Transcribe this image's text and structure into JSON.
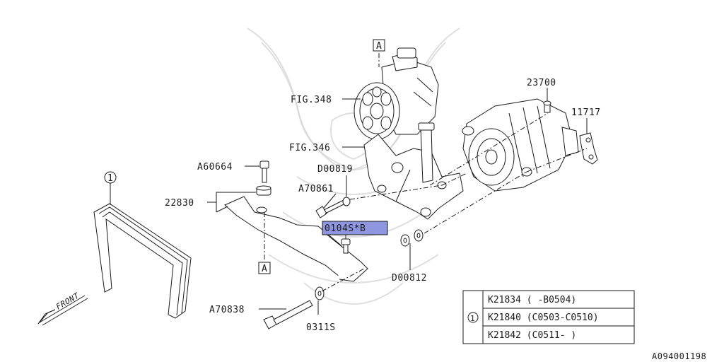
{
  "callouts": {
    "fig348": "FIG.348",
    "fig346": "FIG.346",
    "p23700": "23700",
    "p11717": "11717",
    "a60664": "A60664",
    "d00819": "D00819",
    "a70861": "A70861",
    "p22830": "22830",
    "p0104s": "0104S*B",
    "d00812": "D00812",
    "a70838": "A70838",
    "p0311s": "0311S",
    "ref_a_top": "A",
    "ref_a_mid": "A",
    "belt_num": "1",
    "front": "FRONT"
  },
  "belt_table": {
    "index": "1",
    "rows": [
      "K21834 ( -B0504)",
      "K21840 (C0503-C0510)",
      "K21842 (C0511- )"
    ]
  },
  "diagram_id": "A094001198",
  "colors": {
    "highlight": "#8f96e0",
    "line": "#1a1a1a",
    "watermark": "#d4d4d4"
  }
}
